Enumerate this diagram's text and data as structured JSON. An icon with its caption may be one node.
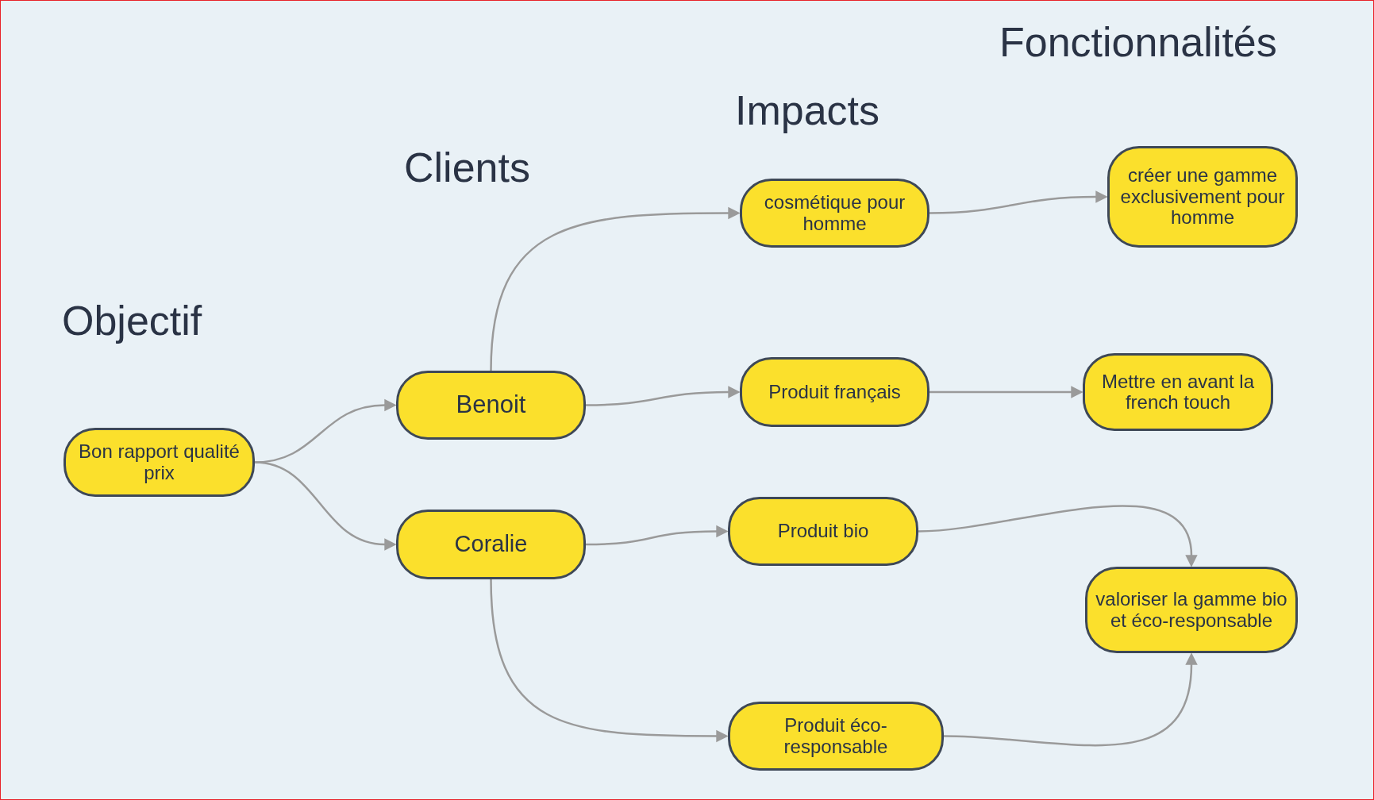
{
  "diagram": {
    "nodes": [
      {
        "text": [
          "Bon rapport qualité prix"
        ]
      },
      {
        "text": [
          "Benoit"
        ]
      },
      {
        "text": [
          "Coralie"
        ]
      },
      {
        "text": [
          "cosmétique pour homme"
        ]
      },
      {
        "text": [
          "Produit français"
        ]
      },
      {
        "text": [
          "Produit bio"
        ]
      },
      {
        "text": [
          "Produit éco-responsable"
        ]
      },
      {
        "text": [
          "créer une gamme exclusivement pour homme"
        ]
      },
      {
        "text": [
          "Mettre en avant la french touch"
        ]
      },
      {
        "text": [
          "valoriser la gamme bio et éco-responsable"
        ]
      }
    ],
    "edges": [
      {
        "from": 0,
        "to": 1,
        "arrow": "to"
      },
      {
        "from": 0,
        "to": 2,
        "arrow": "to"
      },
      {
        "from": 1,
        "to": 3,
        "arrow": "to"
      },
      {
        "from": 1,
        "to": 4,
        "arrow": "to"
      },
      {
        "from": 2,
        "to": 5,
        "arrow": "to"
      },
      {
        "from": 2,
        "to": 6,
        "arrow": "to"
      },
      {
        "from": 3,
        "to": 7,
        "arrow": "to"
      },
      {
        "from": 4,
        "to": 8,
        "arrow": "to"
      },
      {
        "from": 5,
        "to": 9,
        "arrow": "to"
      },
      {
        "from": 6,
        "to": 9,
        "arrow": "to"
      }
    ],
    "labels": [
      "Fonctionnalités",
      "Impacts",
      "Clients",
      "Objectif"
    ]
  }
}
